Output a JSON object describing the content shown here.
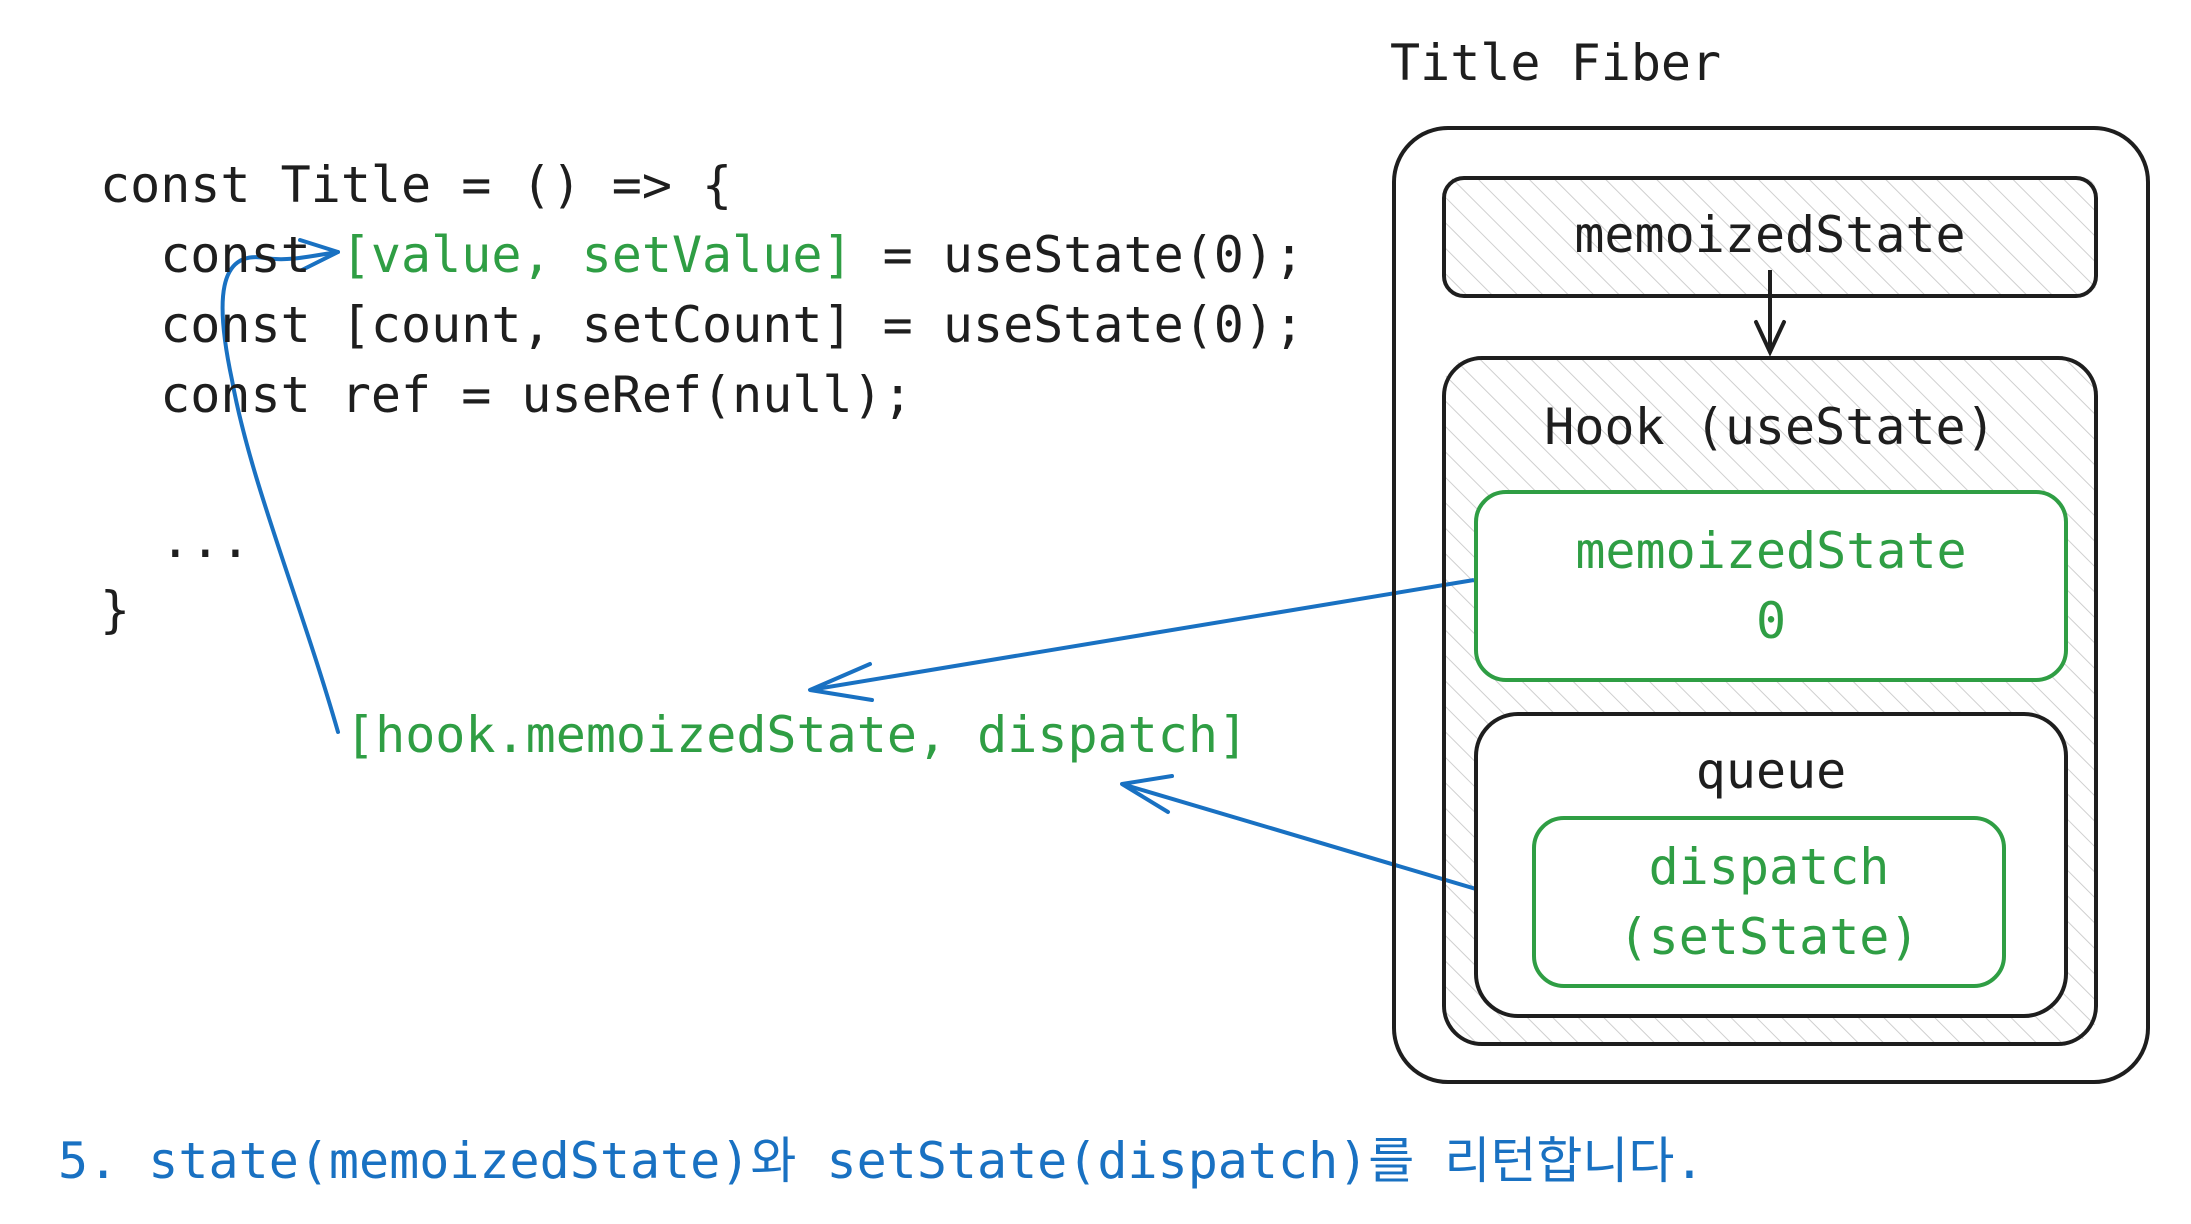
{
  "code": {
    "line1": "const Title = () => {",
    "line2_pre": "  const ",
    "line2_green": "[value, setValue]",
    "line2_post": " = useState(0);",
    "line3": "  const [count, setCount] = useState(0);",
    "line4": "  const ref = useRef(null);",
    "line5": "  ...",
    "line6": "}"
  },
  "return_expr": "[hook.memoizedState, dispatch]",
  "fiber": {
    "title": "Title Fiber",
    "memoized_state_label": "memoizedState",
    "hook": {
      "title": "Hook (useState)",
      "memoized_state_label": "memoizedState",
      "memoized_state_value": "0",
      "queue": {
        "title": "queue",
        "dispatch_label": "dispatch",
        "dispatch_sub": "(setState)"
      }
    }
  },
  "caption": "5. state(memoizedState)와 setState(dispatch)를 리턴합니다.",
  "colors": {
    "stroke": "#1e1e1e",
    "green": "#2f9e44",
    "blue": "#1971c2"
  }
}
